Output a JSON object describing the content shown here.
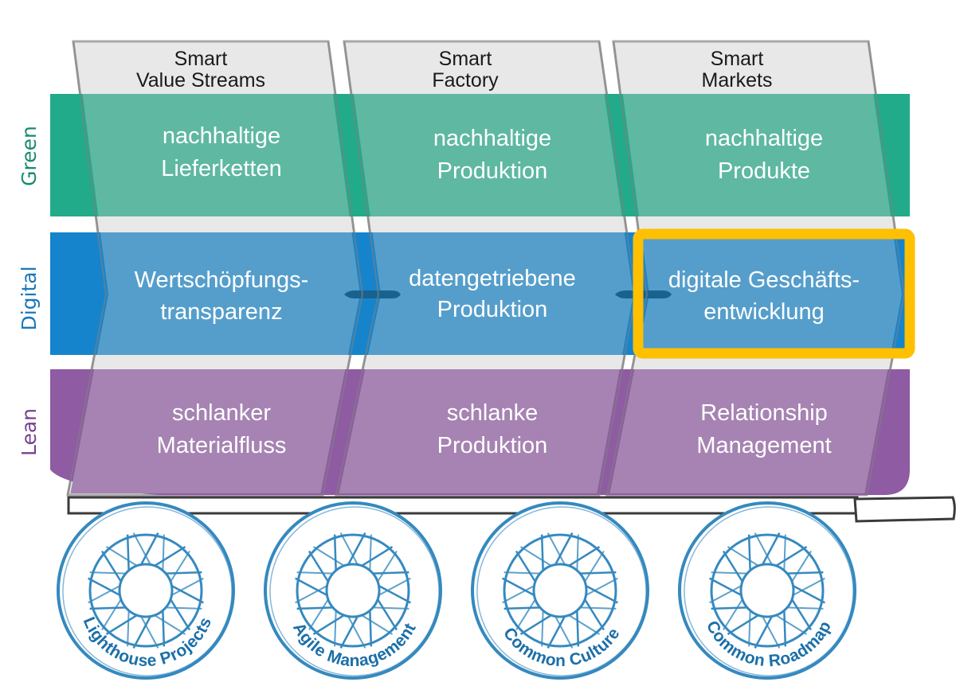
{
  "colors": {
    "green_dark": "#21ab8a",
    "green_light": "#5eb8a2",
    "blue_dark": "#1584cc",
    "blue_light": "#559ecb",
    "blue_connector": "#17628f",
    "purple_dark": "#8f5ba3",
    "purple_light": "#a683b2",
    "header_gray": "#e8e8e8",
    "highlight": "#fec000",
    "wheel": "#3589bf",
    "wheel_text": "#1b6fa8",
    "row_label_green": "#1a8a72",
    "row_label_digital": "#1a78b8",
    "row_label_lean": "#7b3e91"
  },
  "columns": [
    {
      "title_line1": "Smart",
      "title_line2": "Value Streams"
    },
    {
      "title_line1": "Smart",
      "title_line2": "Factory"
    },
    {
      "title_line1": "Smart",
      "title_line2": "Markets"
    }
  ],
  "rows": [
    {
      "label": "Green",
      "cells": [
        {
          "line1": "nachhaltige",
          "line2": "Lieferketten"
        },
        {
          "line1": "nachhaltige",
          "line2": "Produktion"
        },
        {
          "line1": "nachhaltige",
          "line2": "Produkte"
        }
      ]
    },
    {
      "label": "Digital",
      "cells": [
        {
          "line1": "Wertschöpfungs-",
          "line2": "transparenz"
        },
        {
          "line1": "datengetriebene",
          "line2": "Produktion"
        },
        {
          "line1": "digitale Geschäfts-",
          "line2": "entwicklung"
        }
      ]
    },
    {
      "label": "Lean",
      "cells": [
        {
          "line1": "schlanker",
          "line2": "Materialfluss"
        },
        {
          "line1": "schlanke",
          "line2": "Produktion"
        },
        {
          "line1": "Relationship",
          "line2": "Management"
        }
      ]
    }
  ],
  "highlighted_cell": {
    "row": "Digital",
    "column": "Smart Markets"
  },
  "wheels": [
    {
      "label": "Lighthouse Projects"
    },
    {
      "label": "Agile Management"
    },
    {
      "label": "Common Culture"
    },
    {
      "label": "Common Roadmap"
    }
  ]
}
